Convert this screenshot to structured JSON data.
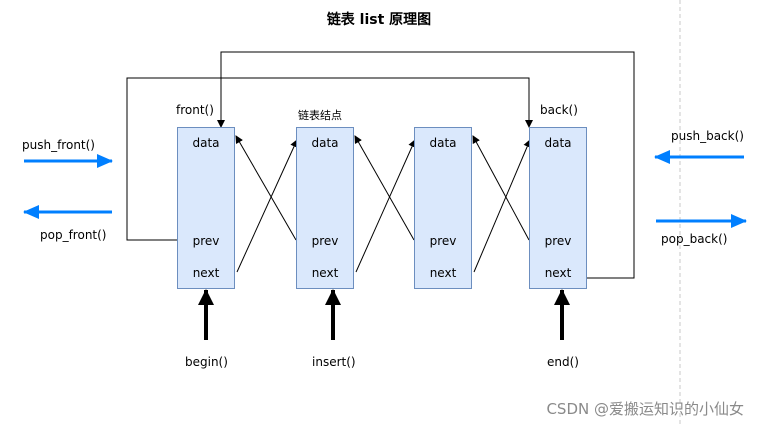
{
  "title": "链表 list 原理图",
  "node_fields": {
    "data": "data",
    "prev": "prev",
    "next": "next"
  },
  "labels": {
    "front": "front()",
    "node_caption": "链表结点",
    "back": "back()",
    "push_front": "push_front()",
    "pop_front": "pop_front()",
    "push_back": "push_back()",
    "pop_back": "pop_back()",
    "begin": "begin()",
    "insert": "insert()",
    "end": "end()"
  },
  "watermark": "CSDN @爱搬运知识的小仙女",
  "colors": {
    "node_fill": "#dae8fc",
    "node_border": "#6c8ebf",
    "op_arrow": "#007fff",
    "line": "#000000"
  }
}
